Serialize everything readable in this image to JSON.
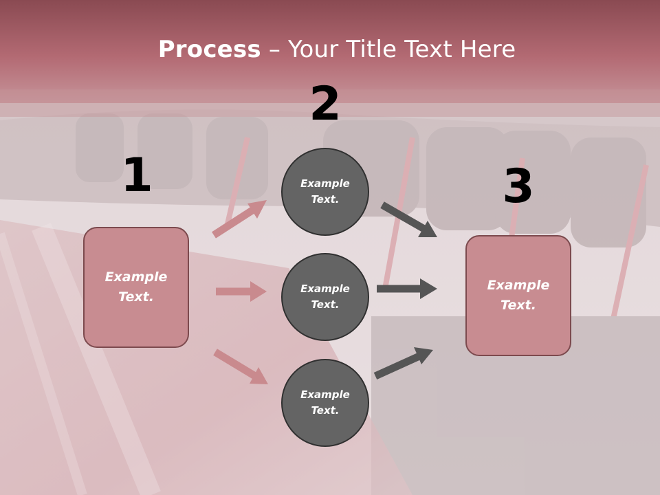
{
  "title": {
    "bold": "Process",
    "rest": " – Your Title Text Here"
  },
  "steps": [
    {
      "number": "1",
      "line1": "Example",
      "line2": "Text."
    },
    {
      "number": "2"
    },
    {
      "number": "3",
      "line1": "Example",
      "line2": "Text."
    }
  ],
  "circles": [
    {
      "line1": "Example",
      "line2": "Text."
    },
    {
      "line1": "Example",
      "line2": "Text."
    },
    {
      "line1": "Example",
      "line2": "Text."
    }
  ],
  "colors": {
    "accent": "#c88c91",
    "circle_fill": "#646464",
    "arrow_pink": "#c98a8e",
    "arrow_gray": "#555555",
    "title_bar": "#b46c74"
  }
}
